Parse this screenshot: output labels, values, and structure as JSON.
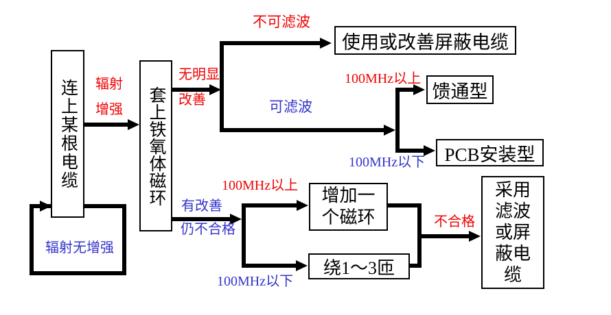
{
  "colors": {
    "red": "#f00000",
    "blue": "#3333cc",
    "line": "#000000",
    "background": "#ffffff"
  },
  "nodes": {
    "connect_cable": "连上某根电缆",
    "ferrite_ring": "套上铁氧体磁环",
    "use_shielded_cable": "使用或改善屏蔽电缆",
    "feedthrough_type": "馈通型",
    "pcb_mount_type": "PCB安装型",
    "add_one_ring": "增加一\n个磁环",
    "wind_turns": "绕1～3匝",
    "filter_or_shield_cable": "采用\n滤波\n或屏\n蔽电\n缆"
  },
  "labels": {
    "radiation_increase": "辐射\n增强",
    "no_radiation_increase": "辐射无增强",
    "no_obvious_improvement": "无明显\n改善",
    "not_filterable": "不可滤波",
    "filterable": "可滤波",
    "above_100mhz_top": "100MHz以上",
    "below_100mhz_top": "100MHz以下",
    "improved": "有改善",
    "still_unqualified": "仍不合格",
    "above_100mhz_bottom": "100MHz以上",
    "below_100mhz_bottom": "100MHz以下",
    "unqualified": "不合格"
  }
}
